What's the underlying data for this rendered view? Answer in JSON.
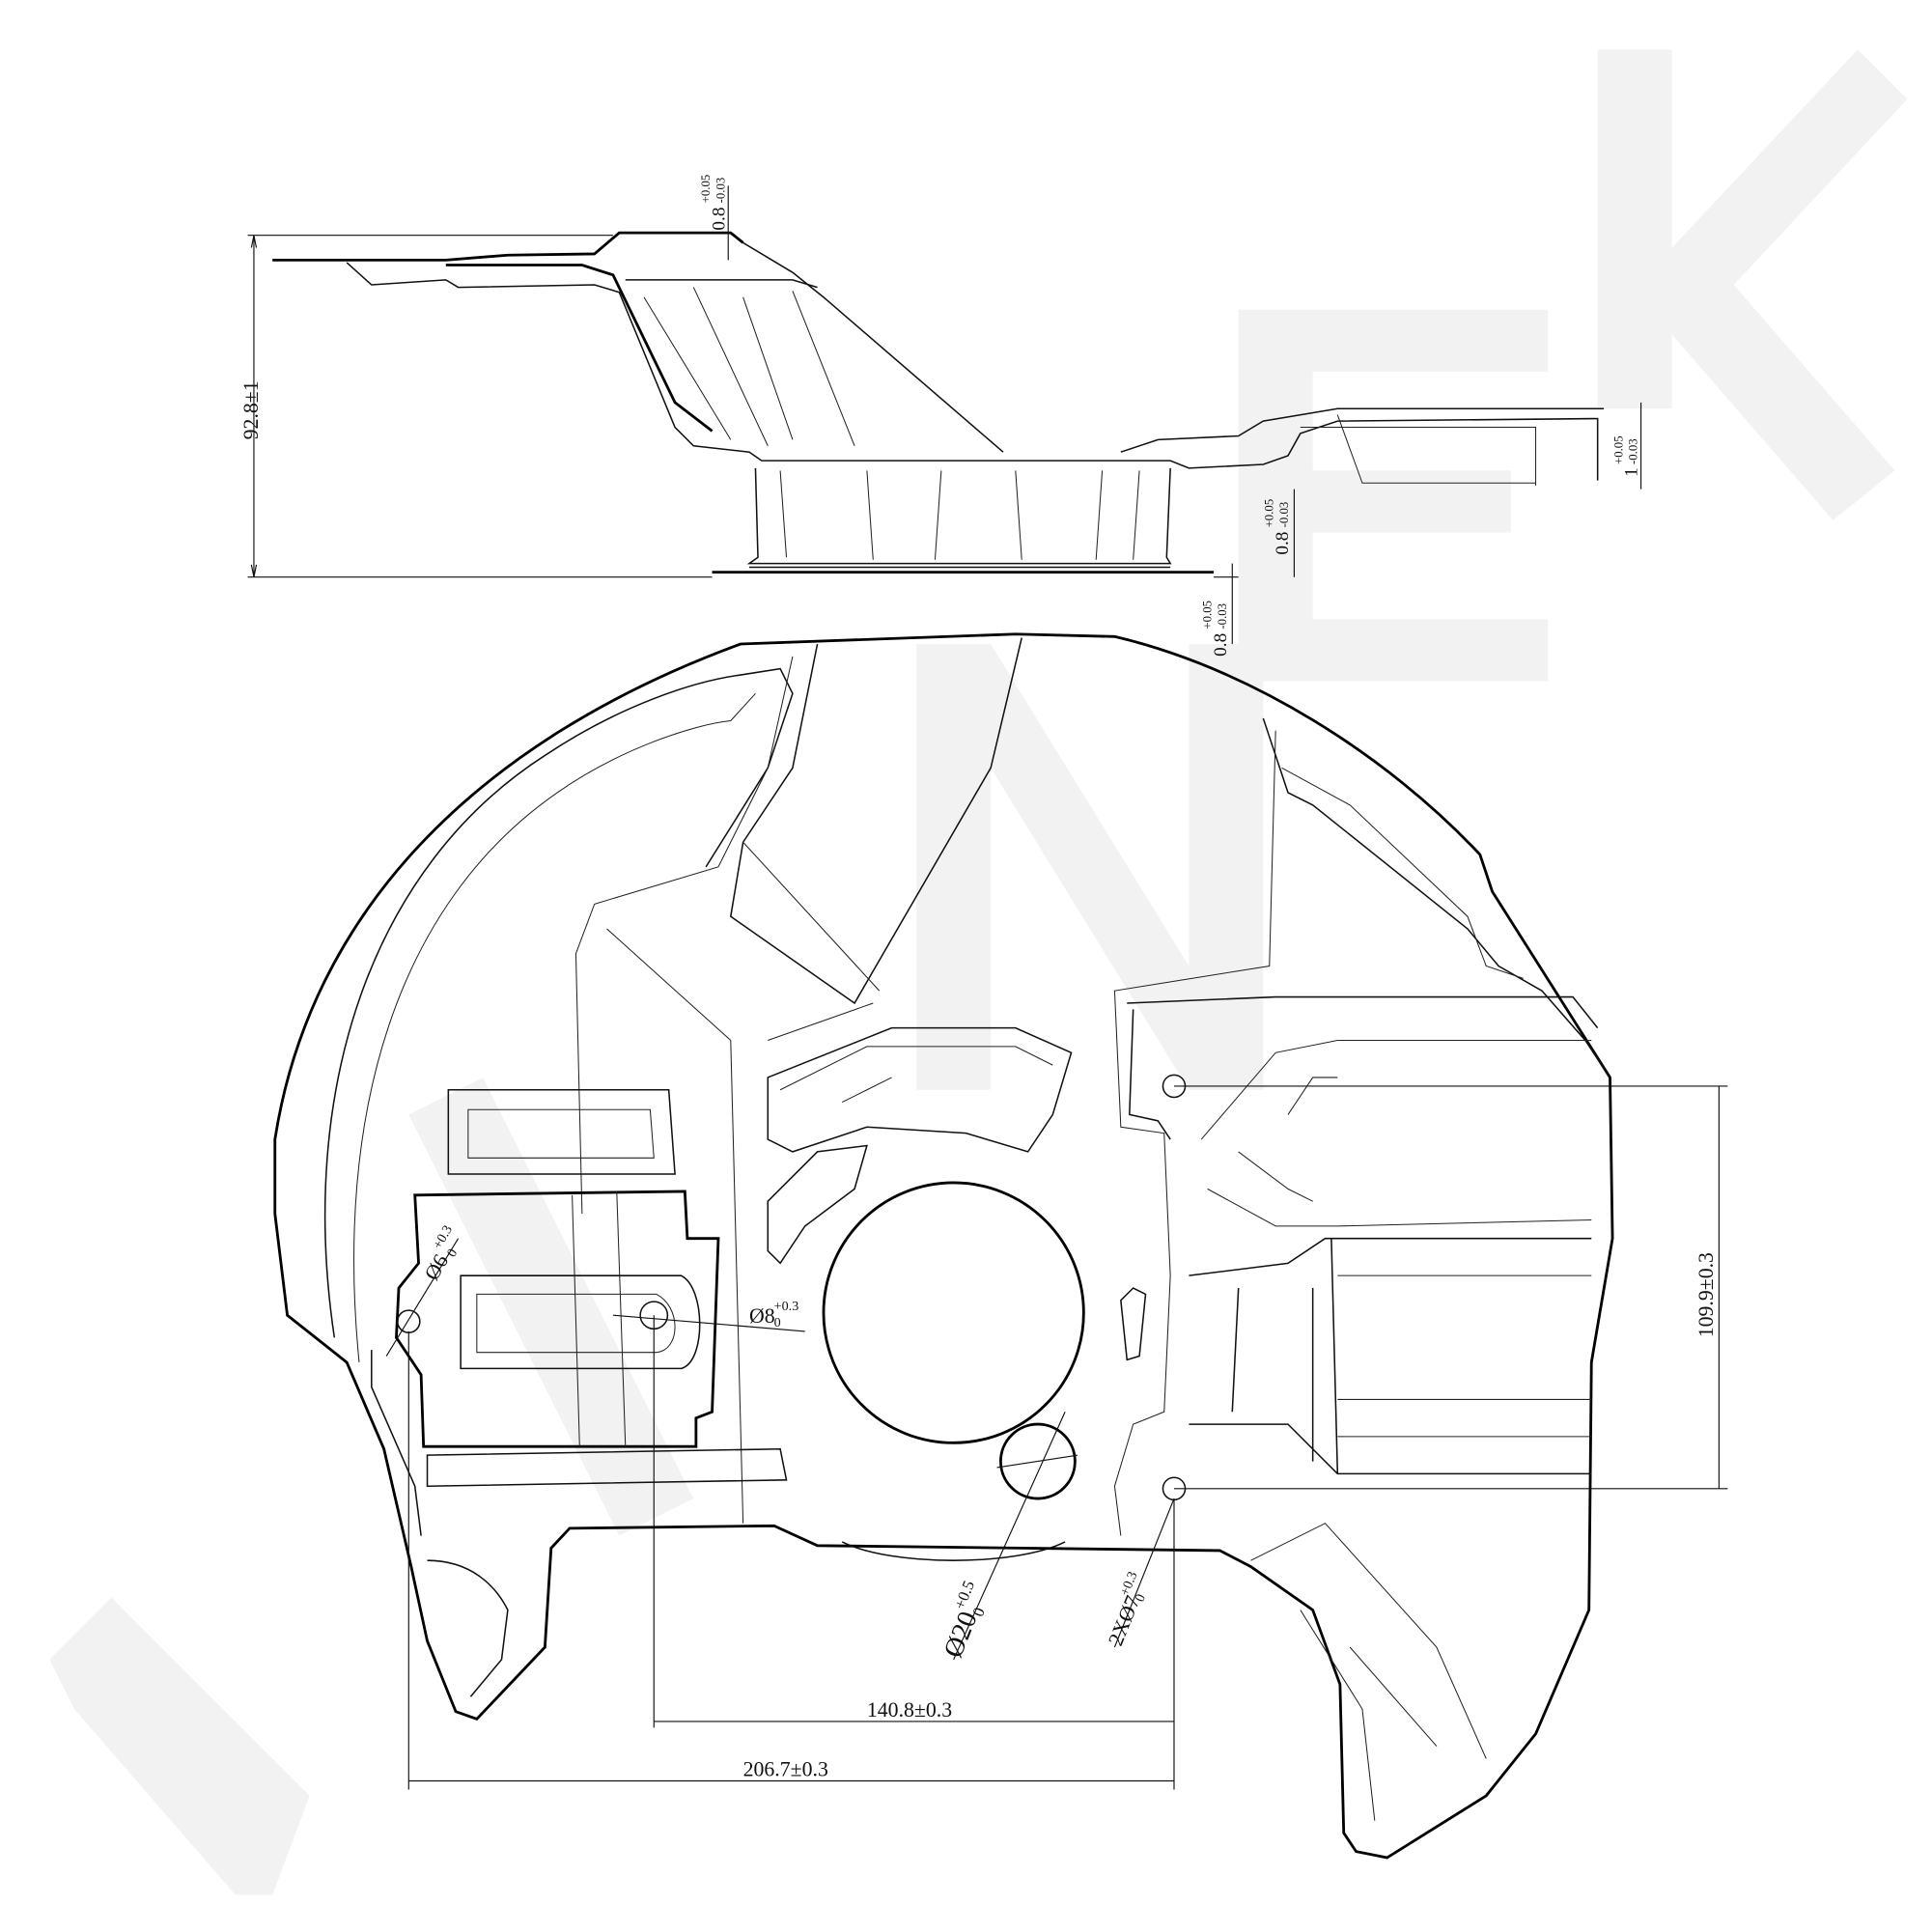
{
  "drawing": {
    "watermark": "KENNEK",
    "dimensions": {
      "height": "92.8±1",
      "thickness_top": {
        "base": "0.8",
        "upper": "+0.05",
        "lower": "-0.03"
      },
      "thickness_right": {
        "base": "1",
        "upper": "+0.05",
        "lower": "-0.03"
      },
      "thickness_mid": {
        "base": "0.8",
        "upper": "+0.05",
        "lower": "-0.03"
      },
      "thickness_bottom": {
        "base": "0.8",
        "upper": "+0.05",
        "lower": "-0.03"
      },
      "hole_6": {
        "base": "Ø6",
        "upper": "+0.3",
        "lower": "0"
      },
      "hole_8": {
        "base": "Ø8",
        "upper": "+0.3",
        "lower": "0"
      },
      "hole_20": {
        "base": "Ø20",
        "upper": "+0.5",
        "lower": "0"
      },
      "hole_7": {
        "base": "2XØ7",
        "upper": "+0.3",
        "lower": "0"
      },
      "width_140": "140.8±0.3",
      "width_206": "206.7±0.3",
      "height_109": "109.9±0.3"
    }
  }
}
